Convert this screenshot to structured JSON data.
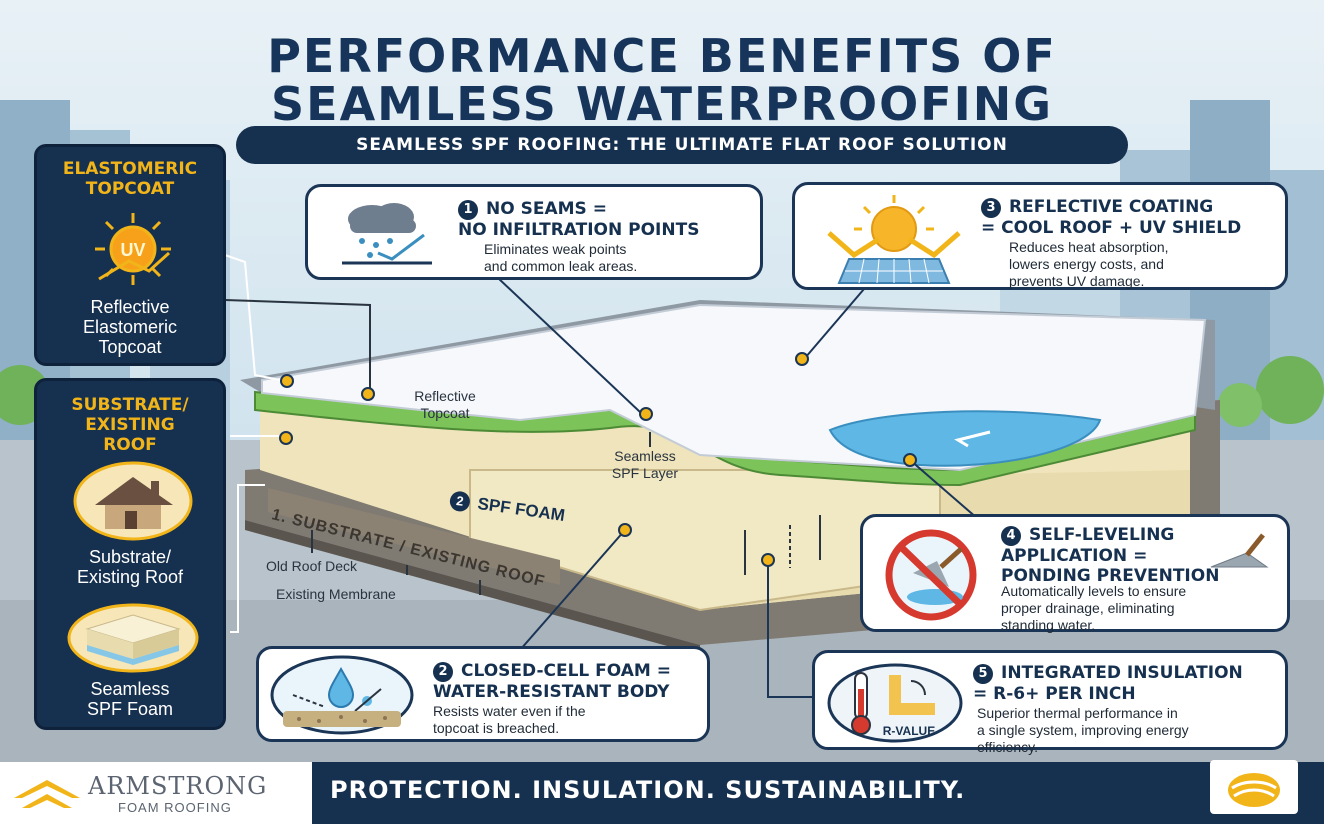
{
  "header": {
    "title_line1": "PERFORMANCE BENEFITS OF",
    "title_line2": "SEAMLESS WATERPROOFING",
    "subtitle": "SEAMLESS SPF ROOFING: THE ULTIMATE FLAT ROOF SOLUTION"
  },
  "left_panels": [
    {
      "title_lines": [
        "ELASTOMERIC",
        "TOPCOAT"
      ],
      "icon": "uv-sun-icon",
      "icon_text": "UV",
      "caption_lines": [
        "Reflective",
        "Elastomeric",
        "Topcoat"
      ]
    },
    {
      "title_lines": [
        "SUBSTRATE/",
        "EXISTING",
        "ROOF"
      ],
      "icon": "house-roof-icon",
      "caption_lines": [
        "Substrate/",
        "Existing Roof"
      ],
      "icon2": "foam-block-icon",
      "caption2_lines": [
        "Seamless",
        "SPF Foam"
      ]
    }
  ],
  "callouts": [
    {
      "number": "1",
      "title_lines": [
        "NO SEAMS =",
        "NO INFILTRATION POINTS"
      ],
      "body_lines": [
        "Eliminates weak points",
        "and common leak areas."
      ],
      "icon": "rain-cloud-icon"
    },
    {
      "number": "3",
      "title_lines": [
        "REFLECTIVE COATING",
        "= COOL ROOF + UV SHIELD"
      ],
      "body_lines": [
        "Reduces heat absorption,",
        "lowers energy costs, and",
        "prevents UV damage."
      ],
      "icon": "sun-reflection-icon"
    },
    {
      "number": "4",
      "title_lines": [
        "SELF-LEVELING",
        "APPLICATION =",
        "PONDING PREVENTION"
      ],
      "body_lines": [
        "Automatically levels to ensure",
        "proper drainage, eliminating",
        "standing water."
      ],
      "icon": "no-ponding-icon"
    },
    {
      "number": "2",
      "title_lines": [
        "CLOSED-CELL FOAM =",
        "WATER-RESISTANT BODY"
      ],
      "body_lines": [
        "Resists water even if the",
        "topcoat is breached."
      ],
      "icon": "water-drop-icon"
    },
    {
      "number": "5",
      "title_lines": [
        "INTEGRATED INSULATION",
        "= R-6+ PER INCH"
      ],
      "body_lines": [
        "Superior thermal performance in",
        "a single system, improving energy",
        "efficiency."
      ],
      "icon": "thermometer-icon",
      "icon_text": "R-VALUE"
    }
  ],
  "diagram_labels": {
    "reflective_topcoat": [
      "Reflective",
      "Topcoat"
    ],
    "seamless_spf_layer": [
      "Seamless",
      "SPF Layer"
    ],
    "spf_foam": "SPF FOAM",
    "spf_foam_number": "2",
    "substrate_band": "1. SUBSTRATE / EXISTING ROOF",
    "old_roof_deck": "Old Roof Deck",
    "existing_membrane": "Existing Membrane"
  },
  "footer": {
    "brand_name": "ARMSTRONG",
    "brand_sub": "FOAM ROOFING",
    "tagline": "PROTECTION. INSULATION. SUSTAINABILITY."
  },
  "colors": {
    "navy": "#16304f",
    "gold": "#f2b519",
    "topcoat_green": "#7cc35a",
    "foam_cream": "#f1e8c4",
    "water_blue": "#5eb7e4",
    "sky": "#cfe3ef"
  }
}
